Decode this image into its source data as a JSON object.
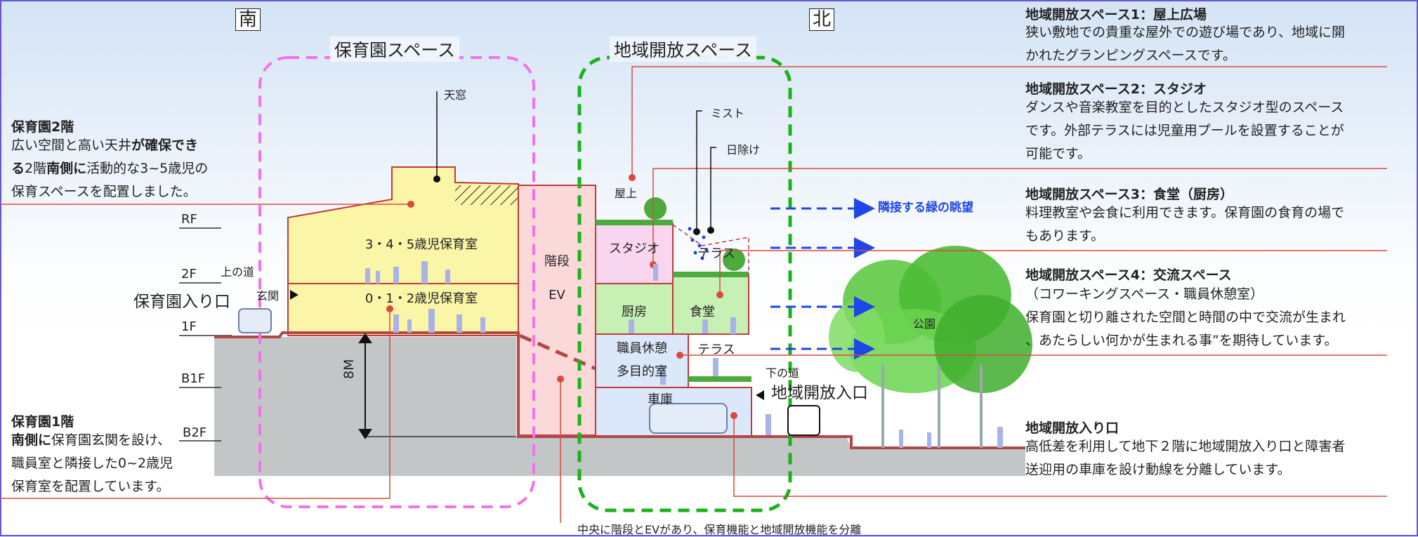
{
  "orientation": {
    "south": "南",
    "north": "北"
  },
  "zones": {
    "nursery": "保育園スペース",
    "community": "地域開放スペース"
  },
  "floors": {
    "rf": "RF",
    "f2": "2F",
    "f1": "1F",
    "b1f": "B1F",
    "b2f": "B2F"
  },
  "rooms": {
    "nursery_upper": "3・4・5歳児保育室",
    "nursery_lower": "0・1・2歳児保育室",
    "stairs": "階段",
    "ev": "EV",
    "studio": "スタジオ",
    "kitchen": "厨房",
    "dining": "食堂",
    "staff_lounge_1": "職員休憩",
    "staff_lounge_2": "多目的室",
    "garage": "車庫",
    "terrace_upper": "テラス",
    "terrace_lower": "テラス",
    "park": "公園"
  },
  "callouts": {
    "skylight": "天窓",
    "mist": "ミスト",
    "sunshade": "日除け",
    "rooftop": "屋上",
    "upper_road": "上の道",
    "entrance": "玄関",
    "nursery_entrance": "保育園入り口",
    "lower_road": "下の道",
    "community_entrance": "地域開放入口",
    "height": "8M",
    "green_view": "隣接する緑の眺望",
    "center_note": "中央に階段とEVがあり、保育機能と地域開放機能を分離"
  },
  "left_notes": {
    "floor2_title": "保育園2階",
    "floor2_l1a": "広い空間と高い天井",
    "floor2_l1b": "が確保でき",
    "floor2_l2a": "る",
    "floor2_l2b": "2階",
    "floor2_l2c": "南側に",
    "floor2_l2d": "活動的な3~5歳児の",
    "floor2_l3": "保育スペースを配置しました。",
    "floor1_title": "保育園1階",
    "floor1_l1a": "南側に",
    "floor1_l1b": "保育園玄関を設け、",
    "floor1_l2": "職員室と隣接した0~2歳児",
    "floor1_l3": "保育室を配置しています。"
  },
  "right_notes": [
    {
      "title": "地域開放スペース1：屋上広場",
      "lines": [
        "狭い敷地での貴重な屋外での遊び場であり、地域に開",
        "かれたグランピングスペースです。"
      ]
    },
    {
      "title": "地域開放スペース2：スタジオ",
      "lines": [
        "ダンスや音楽教室を目的としたスタジオ型のスペース",
        "です。外部テラスには児童用プールを設置することが",
        "可能です。"
      ]
    },
    {
      "title": "地域開放スペース3：食堂（厨房）",
      "lines": [
        "料理教室や会食に利用できます。保育園の食育の場で",
        "もあります。"
      ]
    },
    {
      "title": "地域開放スペース4：交流スペース",
      "lines": [
        "（コワーキングスペース・職員休憩室）",
        "保育園と切り離された空間と時間の中で交流が生まれ",
        "、あたらしい何かが生まれる事”を期待しています。"
      ]
    },
    {
      "title": "地域開放入り口",
      "lines": [
        "高低差を利用して地下２階に地域開放入り口と障害者",
        "送迎用の車庫を設け動線を分離しています。"
      ]
    }
  ],
  "colors": {
    "nursery_fill": "#fbf5a8",
    "stair_fill": "#fbd9d9",
    "studio_fill": "#f9d6f0",
    "green_fill": "#c6f0b4",
    "garage_fill": "#dbe8fa",
    "ground": "#c2c6c6",
    "building_line": "#c0393b",
    "leader": "#d94a3c",
    "nursery_zone": "#f272e8",
    "community_zone": "#19b319",
    "arrow": "#1f46e6"
  }
}
